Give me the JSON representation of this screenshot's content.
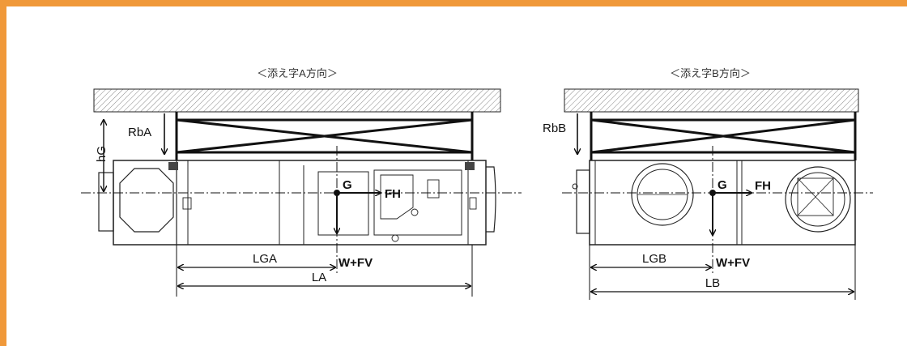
{
  "colors": {
    "frame_border": "#f0993a",
    "line": "#111111"
  },
  "view_a": {
    "title": "＜添え字A方向＞",
    "rb_label": "RbA",
    "hg_label": "hG",
    "g_label": "G",
    "fh_label": "FH",
    "wfv_label": "W+FV",
    "lg_label": "LGA",
    "l_label": "LA"
  },
  "view_b": {
    "title": "＜添え字B方向＞",
    "rb_label": "RbB",
    "g_label": "G",
    "fh_label": "FH",
    "wfv_label": "W+FV",
    "lg_label": "LGB",
    "l_label": "LB"
  }
}
